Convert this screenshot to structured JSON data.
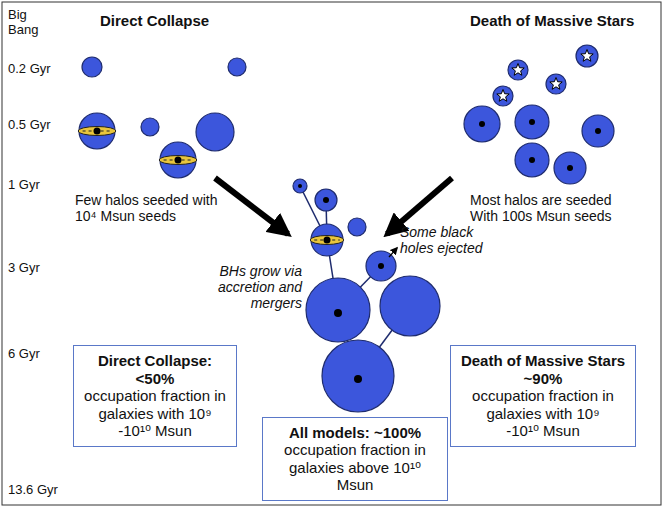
{
  "diagram": {
    "nodes": [
      {
        "text": [
          "Direct Collapse: <50%",
          "occupation fraction in galaxies with 10⁹ -10¹⁰ Msun"
        ]
      },
      {
        "text": [
          "All models: ~100%",
          "occupation fraction in galaxies above 10¹⁰ Msun"
        ]
      },
      {
        "text": [
          "Death of Massive Stars ~90%",
          "occupation fraction in galaxies with 10⁹ -10¹⁰ Msun"
        ]
      }
    ],
    "labels": [
      "Big Bang",
      "Direct Collapse",
      "Death of Massive Stars",
      "0.2 Gyr",
      "0.5 Gyr",
      "Few halos seeded with 10⁴ Msun seeds",
      "Most halos are seeded With 100s Msun seeds",
      "1 Gyr",
      "Some black holes ejected",
      "3 Gyr",
      "BHs grow via accretion and mergers",
      "6 Gyr",
      "13.6 Gyr"
    ]
  }
}
